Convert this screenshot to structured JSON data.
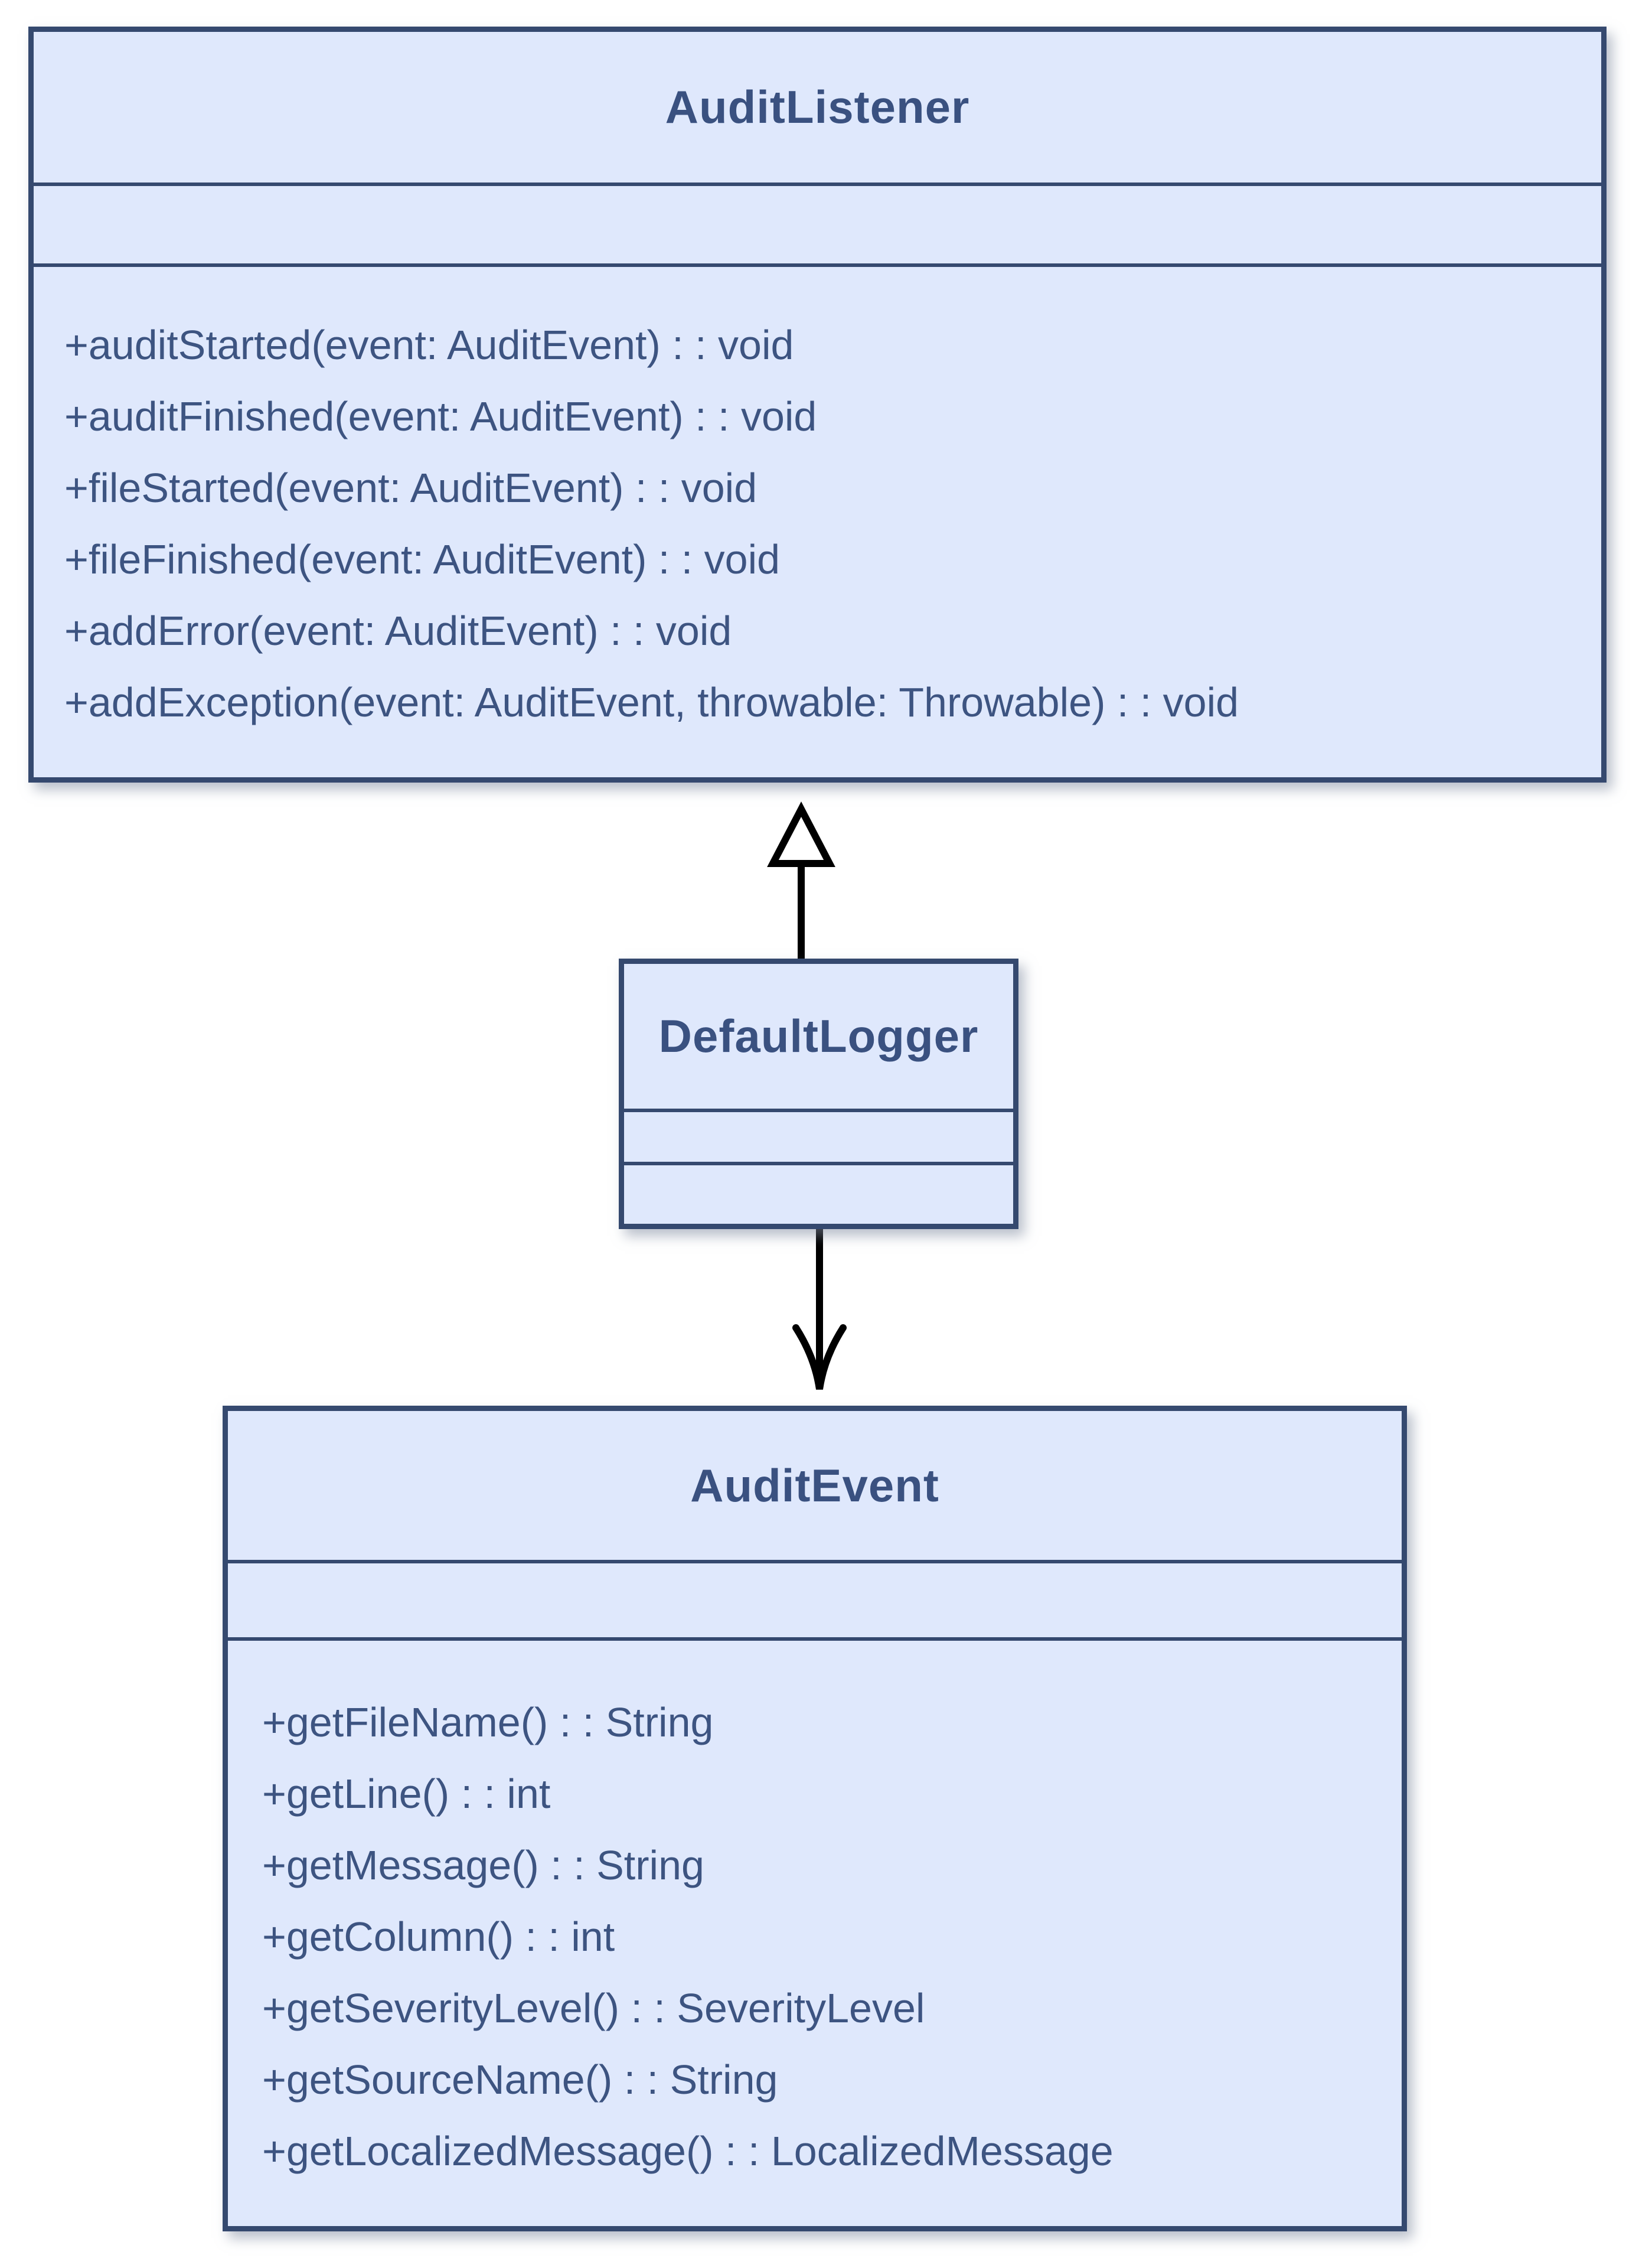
{
  "diagram": {
    "kind": "uml-class-diagram",
    "background_color": "#ffffff",
    "box_fill_color": "#dfe8fc",
    "box_border_color": "#35496f",
    "title_text_color": "#3a5180",
    "method_text_color": "#3d5481",
    "arrow_color": "#000000"
  },
  "classes": [
    {
      "id": "audit-listener",
      "name": "AuditListener",
      "attributes": [],
      "methods": [
        "+auditStarted(event: AuditEvent) : : void",
        "+auditFinished(event: AuditEvent) : : void",
        "+fileStarted(event: AuditEvent) : : void",
        "+fileFinished(event: AuditEvent) : : void",
        "+addError(event: AuditEvent) : : void",
        "+addException(event: AuditEvent, throwable: Throwable) : : void"
      ]
    },
    {
      "id": "default-logger",
      "name": "DefaultLogger",
      "attributes": [],
      "methods": []
    },
    {
      "id": "audit-event",
      "name": "AuditEvent",
      "attributes": [],
      "methods": [
        "+getFileName() : : String",
        "+getLine() : : int",
        "+getMessage() : : String",
        "+getColumn() : : int",
        "+getSeverityLevel() : : SeverityLevel",
        "+getSourceName() : : String",
        "+getLocalizedMessage() : : LocalizedMessage"
      ]
    }
  ],
  "relationships": [
    {
      "type": "generalization",
      "from": "DefaultLogger",
      "to": "AuditListener"
    },
    {
      "type": "directed-association",
      "from": "DefaultLogger",
      "to": "AuditEvent"
    }
  ]
}
